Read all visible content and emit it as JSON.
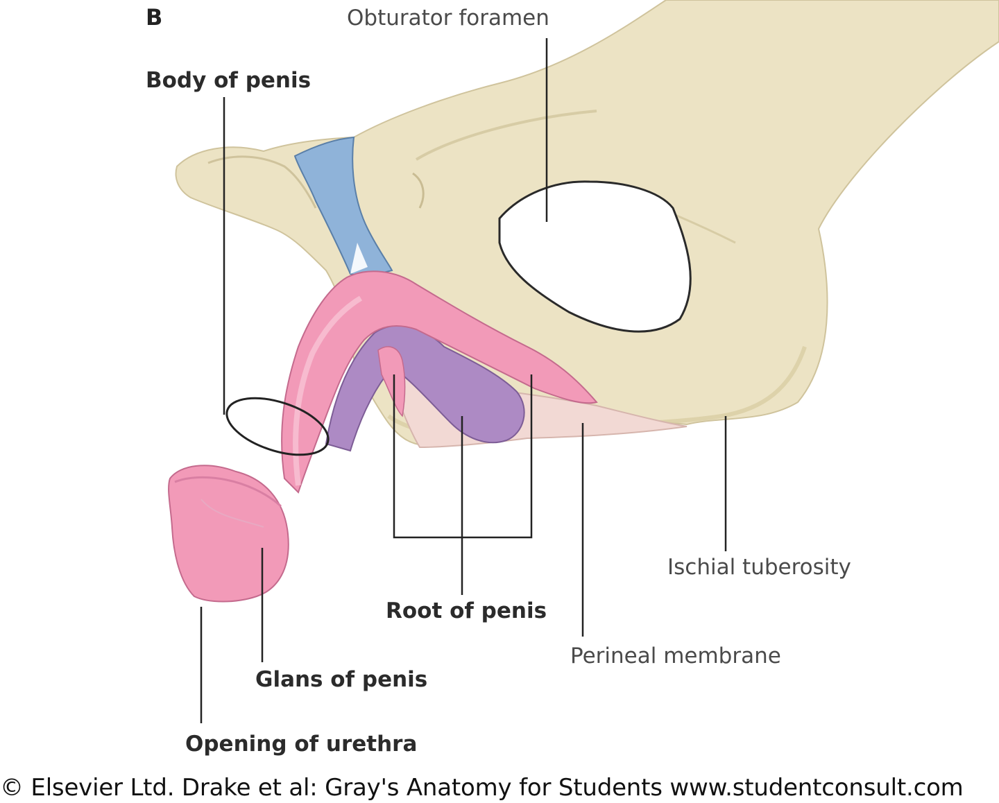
{
  "figure": {
    "panel_letter": "B",
    "labels": {
      "obturator_foramen": "Obturator foramen",
      "body_of_penis": "Body of penis",
      "ischial_tuberosity": "Ischial tuberosity",
      "root_of_penis": "Root of penis",
      "perineal_membrane": "Perineal membrane",
      "glans_of_penis": "Glans of penis",
      "opening_of_urethra": "Opening of urethra"
    },
    "credit": "© Elsevier Ltd. Drake et al: Gray's Anatomy for Students www.studentconsult.com"
  },
  "colors": {
    "bone": "#ece3c4",
    "bone_shade": "#d9cca3",
    "pubic_symphysis": "#8fb3d9",
    "corpus_spongiosum": "#f29ab8",
    "corpus_cavernosum": "#ad8ac4",
    "perineal_membrane": "#f2d9d4",
    "leader_lines": "#222222"
  }
}
